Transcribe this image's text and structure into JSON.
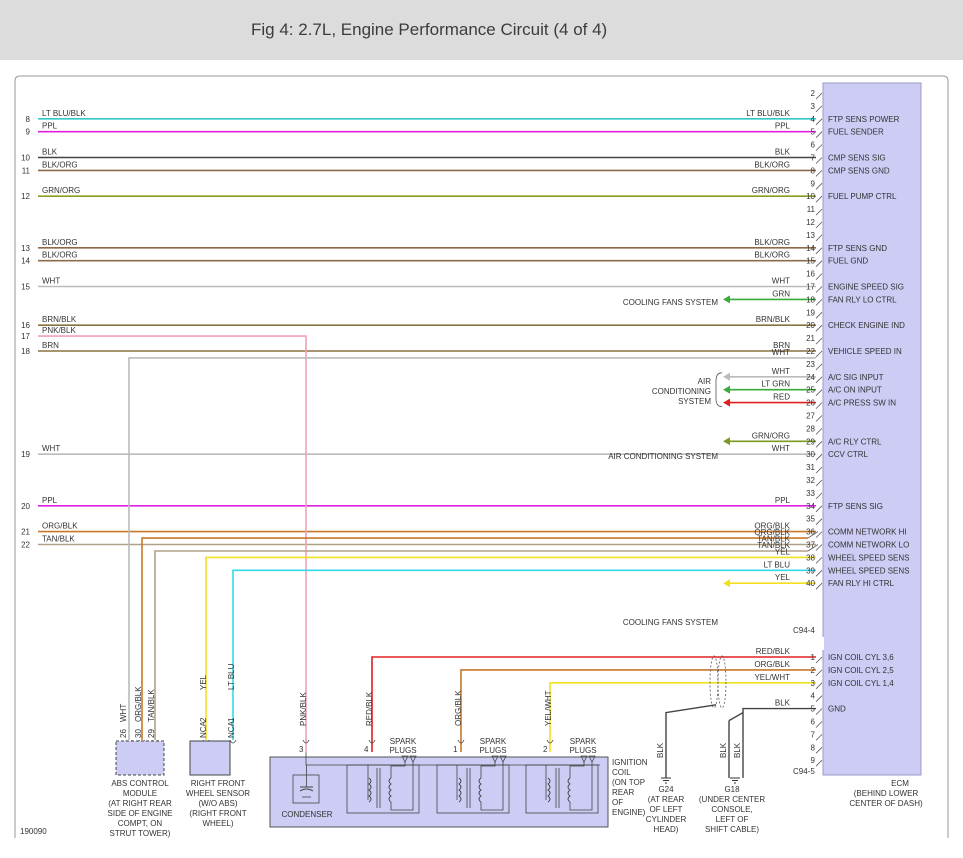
{
  "header": {
    "title": "Fig 4: 2.7L, Engine Performance Circuit (4 of 4)"
  },
  "colors": {
    "ecm_fill": "#ccccf5",
    "ecm_stroke": "#9a9ac8",
    "ignition_box_fill": "#ccccf5",
    "arrow_green": "#3aaa3a"
  },
  "ecm": {
    "label_lines": [
      "ECM",
      "(BEHIND LOWER",
      "CENTER OF DASH)"
    ],
    "connector_top": "C94-4",
    "connector_bottom": "C94-5"
  },
  "ecm_pins_top": [
    {
      "pin": "2",
      "func": ""
    },
    {
      "pin": "3",
      "func": ""
    },
    {
      "pin": "4",
      "func": "FTP SENS POWER"
    },
    {
      "pin": "5",
      "func": "FUEL SENDER"
    },
    {
      "pin": "6",
      "func": ""
    },
    {
      "pin": "7",
      "func": "CMP SENS SIG"
    },
    {
      "pin": "8",
      "func": "CMP SENS GND"
    },
    {
      "pin": "9",
      "func": ""
    },
    {
      "pin": "10",
      "func": "FUEL PUMP CTRL"
    },
    {
      "pin": "11",
      "func": ""
    },
    {
      "pin": "12",
      "func": ""
    },
    {
      "pin": "13",
      "func": ""
    },
    {
      "pin": "14",
      "func": "FTP SENS GND"
    },
    {
      "pin": "15",
      "func": "FUEL GND"
    },
    {
      "pin": "16",
      "func": ""
    },
    {
      "pin": "17",
      "func": "ENGINE SPEED SIG"
    },
    {
      "pin": "18",
      "func": "FAN RLY LO CTRL"
    },
    {
      "pin": "19",
      "func": ""
    },
    {
      "pin": "20",
      "func": "CHECK ENGINE IND"
    },
    {
      "pin": "21",
      "func": ""
    },
    {
      "pin": "22",
      "func": "VEHICLE SPEED IN"
    },
    {
      "pin": "23",
      "func": ""
    },
    {
      "pin": "24",
      "func": "A/C SIG INPUT"
    },
    {
      "pin": "25",
      "func": "A/C ON INPUT"
    },
    {
      "pin": "26",
      "func": "A/C PRESS SW IN"
    },
    {
      "pin": "27",
      "func": ""
    },
    {
      "pin": "28",
      "func": ""
    },
    {
      "pin": "29",
      "func": "A/C RLY CTRL"
    },
    {
      "pin": "30",
      "func": "CCV CTRL"
    },
    {
      "pin": "31",
      "func": ""
    },
    {
      "pin": "32",
      "func": ""
    },
    {
      "pin": "33",
      "func": ""
    },
    {
      "pin": "34",
      "func": "FTP SENS SIG"
    },
    {
      "pin": "35",
      "func": ""
    },
    {
      "pin": "36",
      "func": "COMM NETWORK HI"
    },
    {
      "pin": "37",
      "func": "COMM NETWORK LO"
    },
    {
      "pin": "38",
      "func": "WHEEL SPEED SENS"
    },
    {
      "pin": "39",
      "func": "WHEEL SPEED SENS"
    },
    {
      "pin": "40",
      "func": "FAN RLY HI CTRL"
    }
  ],
  "ecm_pins_bottom": [
    {
      "pin": "1",
      "func": "IGN COIL CYL 3,6"
    },
    {
      "pin": "2",
      "func": "IGN COIL CYL 2,5"
    },
    {
      "pin": "3",
      "func": "IGN COIL CYL 1,4"
    },
    {
      "pin": "4",
      "func": ""
    },
    {
      "pin": "5",
      "func": "GND"
    },
    {
      "pin": "6",
      "func": ""
    },
    {
      "pin": "7",
      "func": ""
    },
    {
      "pin": "8",
      "func": ""
    },
    {
      "pin": "9",
      "func": ""
    }
  ],
  "left_wires": [
    {
      "num": "8",
      "label": "LT BLU/BLK",
      "color": "#33c8c8"
    },
    {
      "num": "9",
      "label": "PPL",
      "color": "#e020e0"
    },
    {
      "num": "10",
      "label": "BLK",
      "color": "#444444"
    },
    {
      "num": "11",
      "label": "BLK/ORG",
      "color": "#8c6a4a"
    },
    {
      "num": "12",
      "label": "GRN/ORG",
      "color": "#8c9a22"
    },
    {
      "num": "13",
      "label": "BLK/ORG",
      "color": "#8c6a4a"
    },
    {
      "num": "14",
      "label": "BLK/ORG",
      "color": "#8c6a4a"
    },
    {
      "num": "15",
      "label": "WHT",
      "color": "#bbbbbb"
    },
    {
      "num": "16",
      "label": "BRN/BLK",
      "color": "#8a7040"
    },
    {
      "num": "17",
      "label": "PNK/BLK",
      "color": "#f0a0b8"
    },
    {
      "num": "18",
      "label": "BRN",
      "color": "#8a7040"
    },
    {
      "num": "19",
      "label": "WHT",
      "color": "#bbbbbb"
    },
    {
      "num": "20",
      "label": "PPL",
      "color": "#e020e0"
    },
    {
      "num": "21",
      "label": "ORG/BLK",
      "color": "#c8782a"
    },
    {
      "num": "22",
      "label": "TAN/BLK",
      "color": "#b0a088"
    }
  ],
  "right_wire_labels": [
    {
      "pin": "4",
      "label": "LT BLU/BLK"
    },
    {
      "pin": "5",
      "label": "PPL"
    },
    {
      "pin": "7",
      "label": "BLK"
    },
    {
      "pin": "8",
      "label": "BLK/ORG"
    },
    {
      "pin": "10",
      "label": "GRN/ORG"
    },
    {
      "pin": "14",
      "label": "BLK/ORG"
    },
    {
      "pin": "15",
      "label": "BLK/ORG"
    },
    {
      "pin": "17",
      "label": "WHT"
    },
    {
      "pin": "18",
      "label": "GRN"
    },
    {
      "pin": "20",
      "label": "BRN/BLK"
    },
    {
      "pin": "22",
      "label": "BRN"
    },
    {
      "pin": "22b",
      "label": "WHT"
    },
    {
      "pin": "24",
      "label": "WHT"
    },
    {
      "pin": "25",
      "label": "LT GRN"
    },
    {
      "pin": "26",
      "label": "RED"
    },
    {
      "pin": "29",
      "label": "GRN/ORG"
    },
    {
      "pin": "30",
      "label": "WHT"
    },
    {
      "pin": "34",
      "label": "PPL"
    },
    {
      "pin": "36",
      "label": "ORG/BLK"
    },
    {
      "pin": "36b",
      "label": "ORG/BLK"
    },
    {
      "pin": "37",
      "label": "TAN/BLK"
    },
    {
      "pin": "37b",
      "label": "TAN/BLK"
    },
    {
      "pin": "38",
      "label": "YEL"
    },
    {
      "pin": "39",
      "label": "LT BLU"
    },
    {
      "pin": "40",
      "label": "YEL"
    },
    {
      "pin": "b1",
      "label": "RED/BLK"
    },
    {
      "pin": "b2",
      "label": "ORG/BLK"
    },
    {
      "pin": "b3",
      "label": "YEL/WHT"
    },
    {
      "pin": "b5",
      "label": "BLK"
    }
  ],
  "systems": {
    "cooling_fans_1": "COOLING FANS SYSTEM",
    "cooling_fans_2": "COOLING FANS SYSTEM",
    "air_conditioning": "AIR CONDITIONING SYSTEM",
    "ac_group": [
      "AIR",
      "CONDITIONING",
      "SYSTEM"
    ]
  },
  "components": {
    "abs_module": {
      "lines": [
        "ABS CONTROL",
        "MODULE",
        "(AT RIGHT REAR",
        "SIDE OF ENGINE",
        "COMPT, ON",
        "STRUT TOWER)"
      ],
      "pins": [
        "26",
        "30",
        "29"
      ],
      "wires": [
        "WHT",
        "ORG/BLK",
        "TAN/BLK"
      ]
    },
    "wheel_sensor": {
      "lines": [
        "RIGHT FRONT",
        "WHEEL SENSOR",
        "(W/O ABS)",
        "(RIGHT FRONT",
        "WHEEL)"
      ],
      "pins": [
        "2",
        "1"
      ],
      "pin_labels": [
        "NCA",
        "NCA"
      ],
      "wires": [
        "YEL",
        "LT BLU"
      ]
    },
    "ignition_coil": {
      "lines": [
        "IGNITION",
        "COIL",
        "(ON TOP",
        "REAR",
        "OF",
        "ENGINE)"
      ],
      "condenser": "CONDENSER",
      "spark_plugs": [
        "SPARK",
        "PLUGS"
      ],
      "pins": [
        "3",
        "4",
        "1",
        "2"
      ],
      "wires": [
        "PNK/BLK",
        "RED/BLK",
        "ORG/BLK",
        "YEL/WHT"
      ]
    },
    "g24": {
      "name": "G24",
      "lines": [
        "(AT REAR",
        "OF LEFT",
        "CYLINDER",
        "HEAD)"
      ],
      "wire": "BLK"
    },
    "g18": {
      "name": "G18",
      "lines": [
        "(UNDER CENTER",
        "CONSOLE,",
        "LEFT OF",
        "SHIFT CABLE)"
      ],
      "wires": [
        "BLK",
        "BLK"
      ]
    }
  },
  "figure_code": "190090"
}
